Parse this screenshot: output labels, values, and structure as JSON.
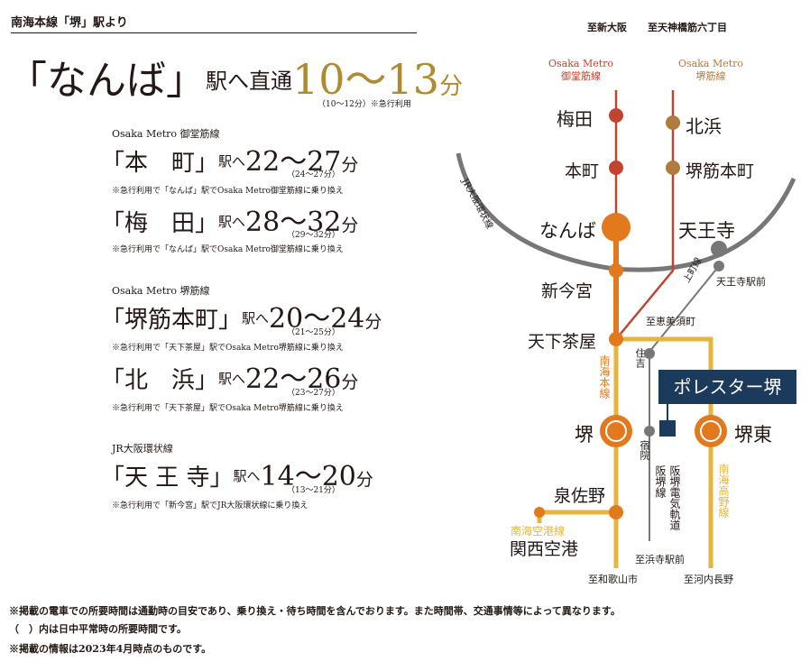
{
  "header": {
    "title": "南海本線「堺」駅より"
  },
  "main_route": {
    "destination": "「なんば」",
    "suffix": "駅へ直通",
    "time": "10〜13",
    "unit": "分",
    "note": "（10〜12分）※急行利用"
  },
  "sections": [
    {
      "line_label": "Osaka Metro 御堂筋線",
      "routes": [
        {
          "destination": "「本　町」",
          "suffix": "駅へ",
          "time": "22〜27",
          "unit": "分",
          "offpeak": "（24〜27分）",
          "note": "※急行利用で「なんば」駅でOsaka Metro御堂筋線に乗り換え"
        },
        {
          "destination": "「梅　田」",
          "suffix": "駅へ",
          "time": "28〜32",
          "unit": "分",
          "offpeak": "（29〜32分）",
          "note": "※急行利用で「なんば」駅でOsaka Metro御堂筋線に乗り換え"
        }
      ]
    },
    {
      "line_label": "Osaka Metro 堺筋線",
      "routes": [
        {
          "destination": "「堺筋本町」",
          "suffix": "駅へ",
          "time": "20〜24",
          "unit": "分",
          "offpeak": "（21〜25分）",
          "note": "※急行利用で「天下茶屋」駅でOsaka Metro堺筋線に乗り換え"
        },
        {
          "destination": "「北　浜」",
          "suffix": "駅へ",
          "time": "22〜26",
          "unit": "分",
          "offpeak": "（23〜27分）",
          "note": "※急行利用で「天下茶屋」駅でOsaka Metro堺筋線に乗り換え"
        }
      ]
    },
    {
      "line_label": "JR大阪環状線",
      "routes": [
        {
          "destination": "「天 王 寺」",
          "suffix": "駅へ",
          "time": "14〜20",
          "unit": "分",
          "offpeak": "（13〜21分）",
          "note": "※急行利用で「新今宮」駅でJR大阪環状線に乗り換え"
        }
      ]
    }
  ],
  "map": {
    "directions": {
      "shin_osaka": "至新大阪",
      "tenjinbashi": "至天神橋筋六丁目",
      "ebisucho": "至恵美須町",
      "hamadera": "至浜寺駅前",
      "wakayama": "至和歌山市",
      "kawachinagano": "至河内長野"
    },
    "lines": {
      "midosuji": "Osaka Metro\n御堂筋線",
      "sakaisuji": "Osaka Metro\n堺筋線",
      "loop": "JR大阪環状線",
      "uemachi": "上町線",
      "nankai_main": "南海本線",
      "nankai_airport": "南海空港線",
      "hankai": "阪堺線",
      "hankai_tram": "阪堺電気軌道",
      "koya": "南海高野線"
    },
    "stations": {
      "umeda": "梅田",
      "kitahama": "北浜",
      "honmachi": "本町",
      "sakaisuji_honmachi": "堺筋本町",
      "namba": "なんば",
      "tennoji": "天王寺",
      "tennoji_ekimae": "天王寺駅前",
      "shin_imamiya": "新今宮",
      "tengachaya": "天下茶屋",
      "sumiyoshi": "住吉",
      "sakai": "堺",
      "sakaihigashi": "堺東",
      "shukuin": "宿院",
      "izumisano": "泉佐野",
      "kansai_airport": "関西空港"
    },
    "property": "ポレスター堺"
  },
  "footnotes": [
    "※掲載の電車での所要時間は通勤時の目安であり、乗り換え・待ち時間を含んでおります。また時間帯、交通事情等によって異なります。",
    "（　）内は日中平常時の所要時間です。",
    "※掲載の情報は2023年4月時点のものです。"
  ],
  "colors": {
    "text": "#231815",
    "gold": "#b08a2e",
    "midosuji": "#c1442f",
    "sakaisuji": "#b07c3e",
    "loop": "#777777",
    "nankai_main": "#e3791d",
    "koya_line": "#e5b53d",
    "property": "#1b3a5c"
  }
}
